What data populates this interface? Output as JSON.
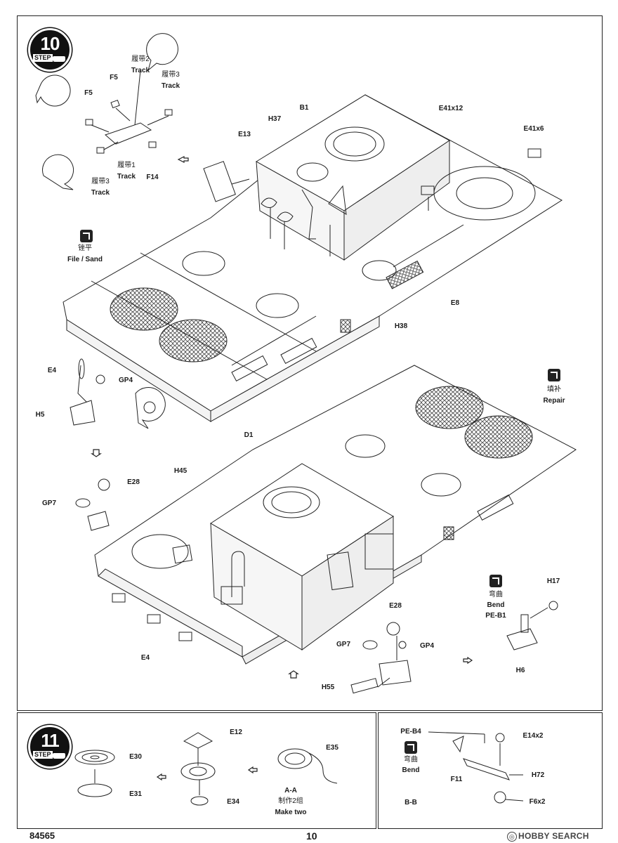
{
  "steps": {
    "step10": {
      "number": "10",
      "word": "STEP"
    },
    "step11": {
      "number": "11",
      "word": "STEP"
    }
  },
  "footer": {
    "product_code": "84565",
    "page_number": "10",
    "watermark": "HOBBY SEARCH"
  },
  "step10_labels": {
    "track2_cn": "履带2",
    "track2_en": "Track",
    "f5_top": "F5",
    "track3_top_cn": "履带3",
    "track3_top_en": "Track",
    "f5_left": "F5",
    "track1_cn": "履带1",
    "track1_en": "Track",
    "track3_bot_cn": "履带3",
    "track3_bot_en": "Track",
    "f14": "F14",
    "e13": "E13",
    "h37": "H37",
    "b1": "B1",
    "e41x12": "E41x12",
    "e41x6": "E41x6",
    "file_sand_cn": "锉平",
    "file_sand_en": "File / Sand",
    "e8": "E8",
    "h38": "H38",
    "e4_top": "E4",
    "gp4_top": "GP4",
    "h5": "H5",
    "repair_cn": "填补",
    "repair_en": "Repair",
    "d1": "D1",
    "h45": "H45",
    "e28_left": "E28",
    "gp7_left": "GP7",
    "e4_bottom": "E4",
    "bend_cn": "弯曲",
    "bend_en": "Bend",
    "pe_b1": "PE-B1",
    "h17": "H17",
    "h6": "H6",
    "e28_right": "E28",
    "gp7_right": "GP7",
    "gp4_right": "GP4",
    "h55": "H55"
  },
  "step11_labels": {
    "e30": "E30",
    "e31": "E31",
    "e12": "E12",
    "e34": "E34",
    "e35": "E35",
    "aa": "A-A",
    "make_two_cn": "制作2组",
    "make_two_en": "Make two"
  },
  "bb_labels": {
    "pe_b4": "PE-B4",
    "e14x2": "E14x2",
    "bend_cn": "弯曲",
    "bend_en": "Bend",
    "f11": "F11",
    "h72": "H72",
    "bb": "B-B",
    "f6x2": "F6x2"
  },
  "icons": [
    "file-sand-icon",
    "repair-icon",
    "bend-icon",
    "tank-icon"
  ]
}
